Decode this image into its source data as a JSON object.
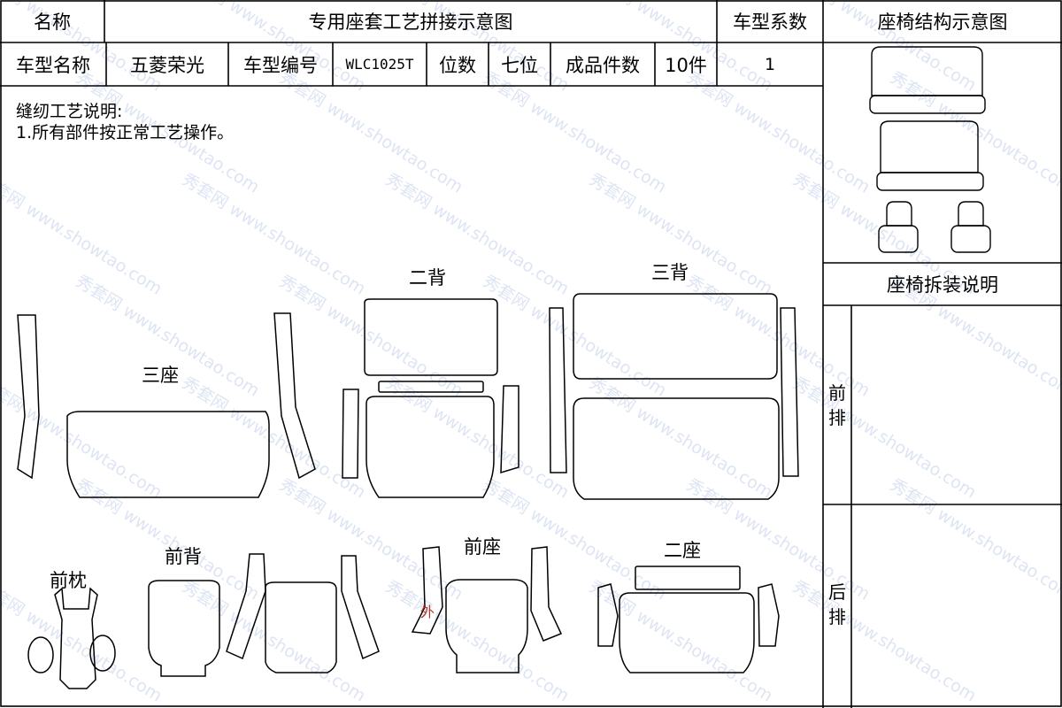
{
  "header": {
    "name_label": "名称",
    "title": "专用座套工艺拼接示意图",
    "coef_label": "车型系数",
    "structure_label": "座椅结构示意图"
  },
  "info": {
    "model_name_label": "车型名称",
    "model_name": "五菱荣光",
    "model_code_label": "车型编号",
    "model_code": "WLC1025T",
    "seats_label": "位数",
    "seats": "七位",
    "pieces_label": "成品件数",
    "pieces": "10件",
    "coef": "1"
  },
  "notes": {
    "heading": "缝纫工艺说明:",
    "line1": "1.所有部件按正常工艺操作。"
  },
  "right_panel": {
    "install_label": "座椅拆装说明",
    "front_row": "前排",
    "rear_row": "后排"
  },
  "pieces": {
    "three_seat": "三座",
    "two_back": "二背",
    "three_back": "三背",
    "front_headrest": "前枕",
    "front_back": "前背",
    "front_seat": "前座",
    "two_seat": "二座",
    "outer_mark": "外"
  },
  "watermark": {
    "text": "秀套网 www.showtao.com"
  },
  "colors": {
    "line": "#000000",
    "outer_mark": "#b23a2a"
  }
}
